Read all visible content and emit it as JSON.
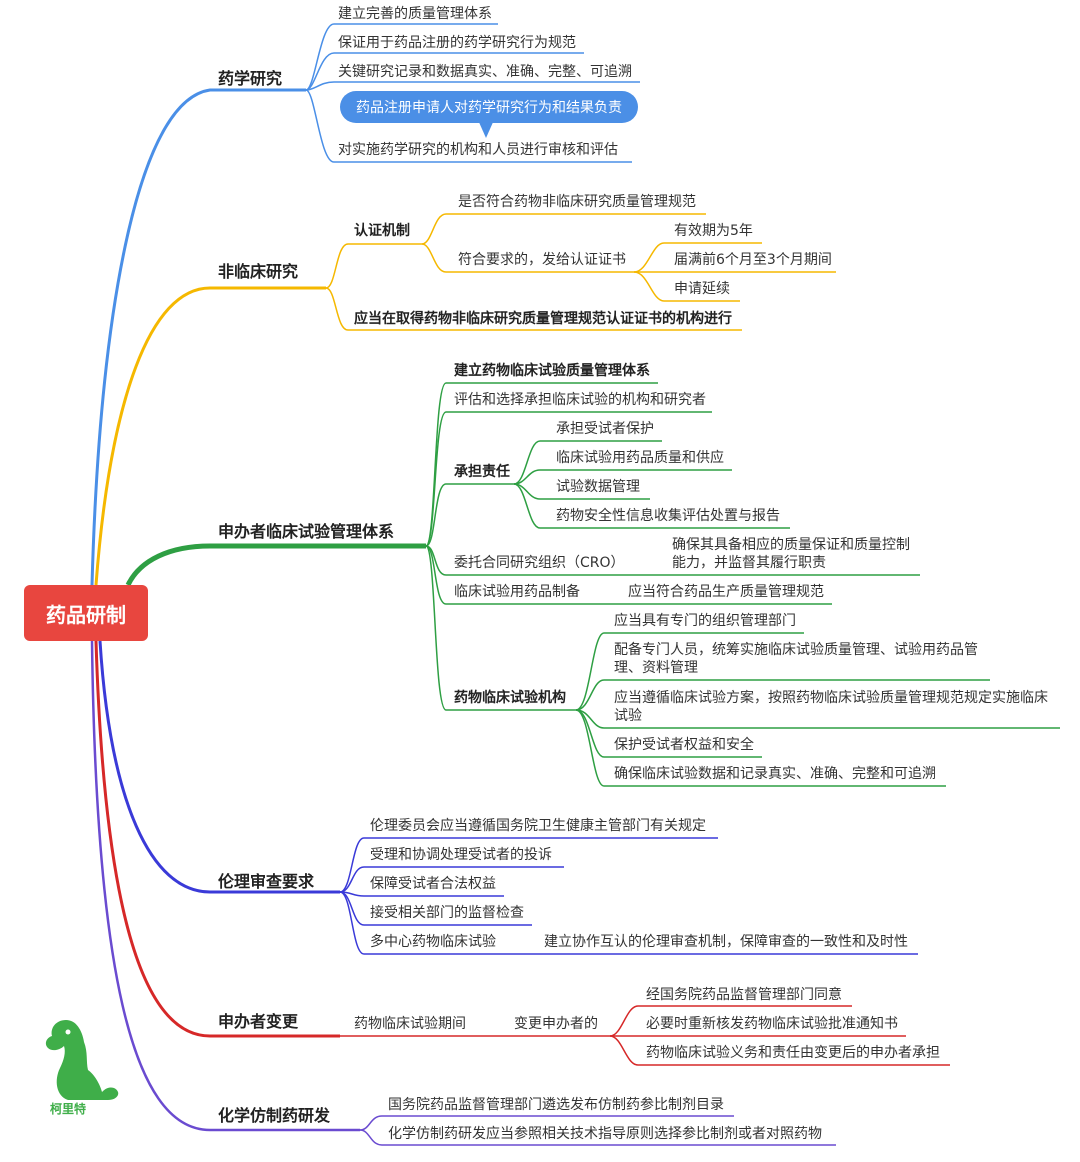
{
  "root": "药品研制",
  "branches": {
    "b1": "药学研究",
    "b2": "非临床研究",
    "b3": "申办者临床试验管理体系",
    "b4": "伦理审查要求",
    "b5": "申办者变更",
    "b6": "化学仿制药研发"
  },
  "pharma": {
    "n1": "建立完善的质量管理体系",
    "n2": "保证用于药品注册的药学研究行为规范",
    "n3": "关键研究记录和数据真实、准确、完整、可追溯",
    "callout": "药品注册申请人对药学研究行为和结果负责",
    "n5": "对实施药学研究的机构和人员进行审核和评估"
  },
  "nonclinical": {
    "cert": "认证机制",
    "c1": "是否符合药物非临床研究质量管理规范",
    "c2": "符合要求的，发给认证证书",
    "v1": "有效期为5年",
    "v2": "届满前6个月至3个月期间",
    "v3": "申请延续",
    "must": "应当在取得药物非临床研究质量管理规范认证证书的机构进行"
  },
  "sponsor": {
    "s1": "建立药物临床试验质量管理体系",
    "s2": "评估和选择承担临床试验的机构和研究者",
    "resp": "承担责任",
    "r1": "承担受试者保护",
    "r2": "临床试验用药品质量和供应",
    "r3": "试验数据管理",
    "r4": "药物安全性信息收集评估处置与报告",
    "cro": "委托合同研究组织（CRO）",
    "cro_detail": "确保其具备相应的质量保证和质量控制能力，并监督其履行职责",
    "prep": "临床试验用药品制备",
    "prep_detail": "应当符合药品生产质量管理规范",
    "inst": "药物临床试验机构",
    "i1": "应当具有专门的组织管理部门",
    "i2": "配备专门人员，统筹实施临床试验质量管理、试验用药品管理、资料管理",
    "i3": "应当遵循临床试验方案，按照药物临床试验质量管理规范规定实施临床试验",
    "i4": "保护受试者权益和安全",
    "i5": "确保临床试验数据和记录真实、准确、完整和可追溯"
  },
  "ethics": {
    "e1": "伦理委员会应当遵循国务院卫生健康主管部门有关规定",
    "e2": "受理和协调处理受试者的投诉",
    "e3": "保障受试者合法权益",
    "e4": "接受相关部门的监督检查",
    "e5": "多中心药物临床试验",
    "e5_detail": "建立协作互认的伦理审查机制，保障审查的一致性和及时性"
  },
  "change": {
    "period": "药物临床试验期间",
    "change": "变更申办者的",
    "c1": "经国务院药品监督管理部门同意",
    "c2": "必要时重新核发药物临床试验批准通知书",
    "c3": "药物临床试验义务和责任由变更后的申办者承担"
  },
  "generic": {
    "g1": "国务院药品监督管理部门遴选发布仿制药参比制剂目录",
    "g2": "化学仿制药研发应当参照相关技术指导原则选择参比制剂或者对照药物"
  },
  "logo": {
    "text": "柯里特",
    "icon": "dog-logo-icon"
  },
  "colors": {
    "root": "#e8463f",
    "pharma": "#4a8fe7",
    "nonclinical": "#f5b800",
    "sponsor": "#2e9f43",
    "ethics": "#3a3ad8",
    "change": "#d62828",
    "generic": "#6a4bd0"
  }
}
